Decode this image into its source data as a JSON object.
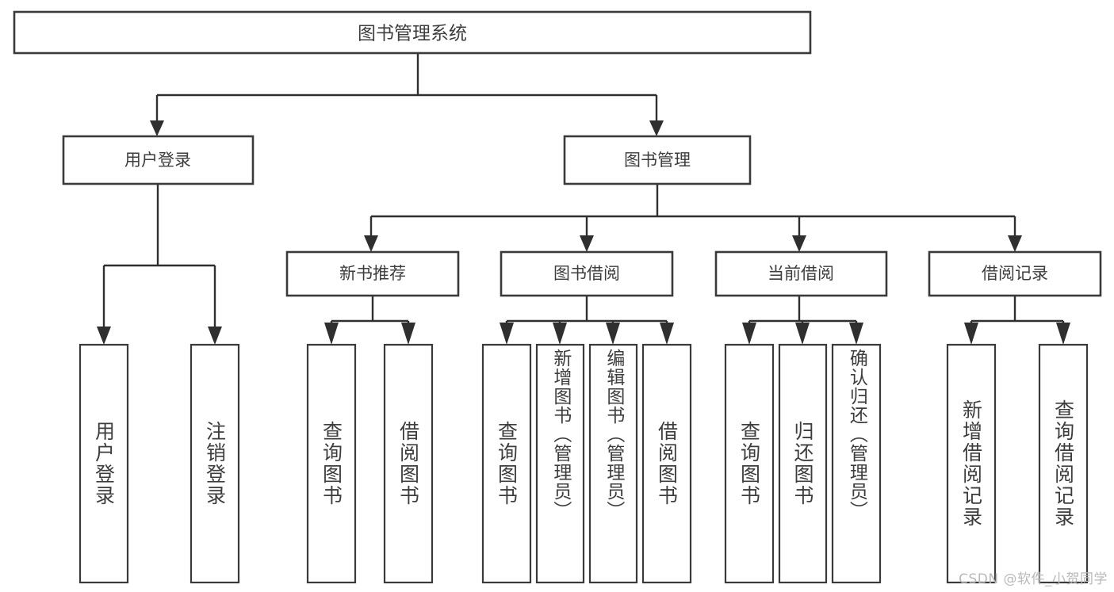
{
  "diagram": {
    "type": "tree-hierarchy",
    "title": "图书管理系统",
    "orientation": "top-down",
    "colors": {
      "stroke": "#3a3a3a",
      "connector": "#2f2f2f",
      "text": "#3d3d3d",
      "background": "#ffffff",
      "watermark": "#b9b9b9"
    },
    "root": {
      "label": "图书管理系统"
    },
    "level1": [
      {
        "label": "用户登录"
      },
      {
        "label": "图书管理"
      }
    ],
    "level2": [
      {
        "label": "新书推荐"
      },
      {
        "label": "图书借阅"
      },
      {
        "label": "当前借阅"
      },
      {
        "label": "借阅记录"
      }
    ],
    "leaves": {
      "user_login": [
        {
          "label": "用户登录"
        },
        {
          "label": "注销登录"
        }
      ],
      "new_book_recommend": [
        {
          "label": "查询图书"
        },
        {
          "label": "借阅图书"
        }
      ],
      "book_borrow": [
        {
          "label": "查询图书"
        },
        {
          "label": "新增图书（管理员）"
        },
        {
          "label": "编辑图书（管理员）"
        },
        {
          "label": "借阅图书"
        }
      ],
      "current_borrow": [
        {
          "label": "查询图书"
        },
        {
          "label": "归还图书"
        },
        {
          "label": "确认归还（管理员）"
        }
      ],
      "borrow_record": [
        {
          "label": "新增借阅记录"
        },
        {
          "label": "查询借阅记录"
        }
      ]
    }
  },
  "watermark": {
    "text": "CSDN @软件_小贺同学"
  }
}
